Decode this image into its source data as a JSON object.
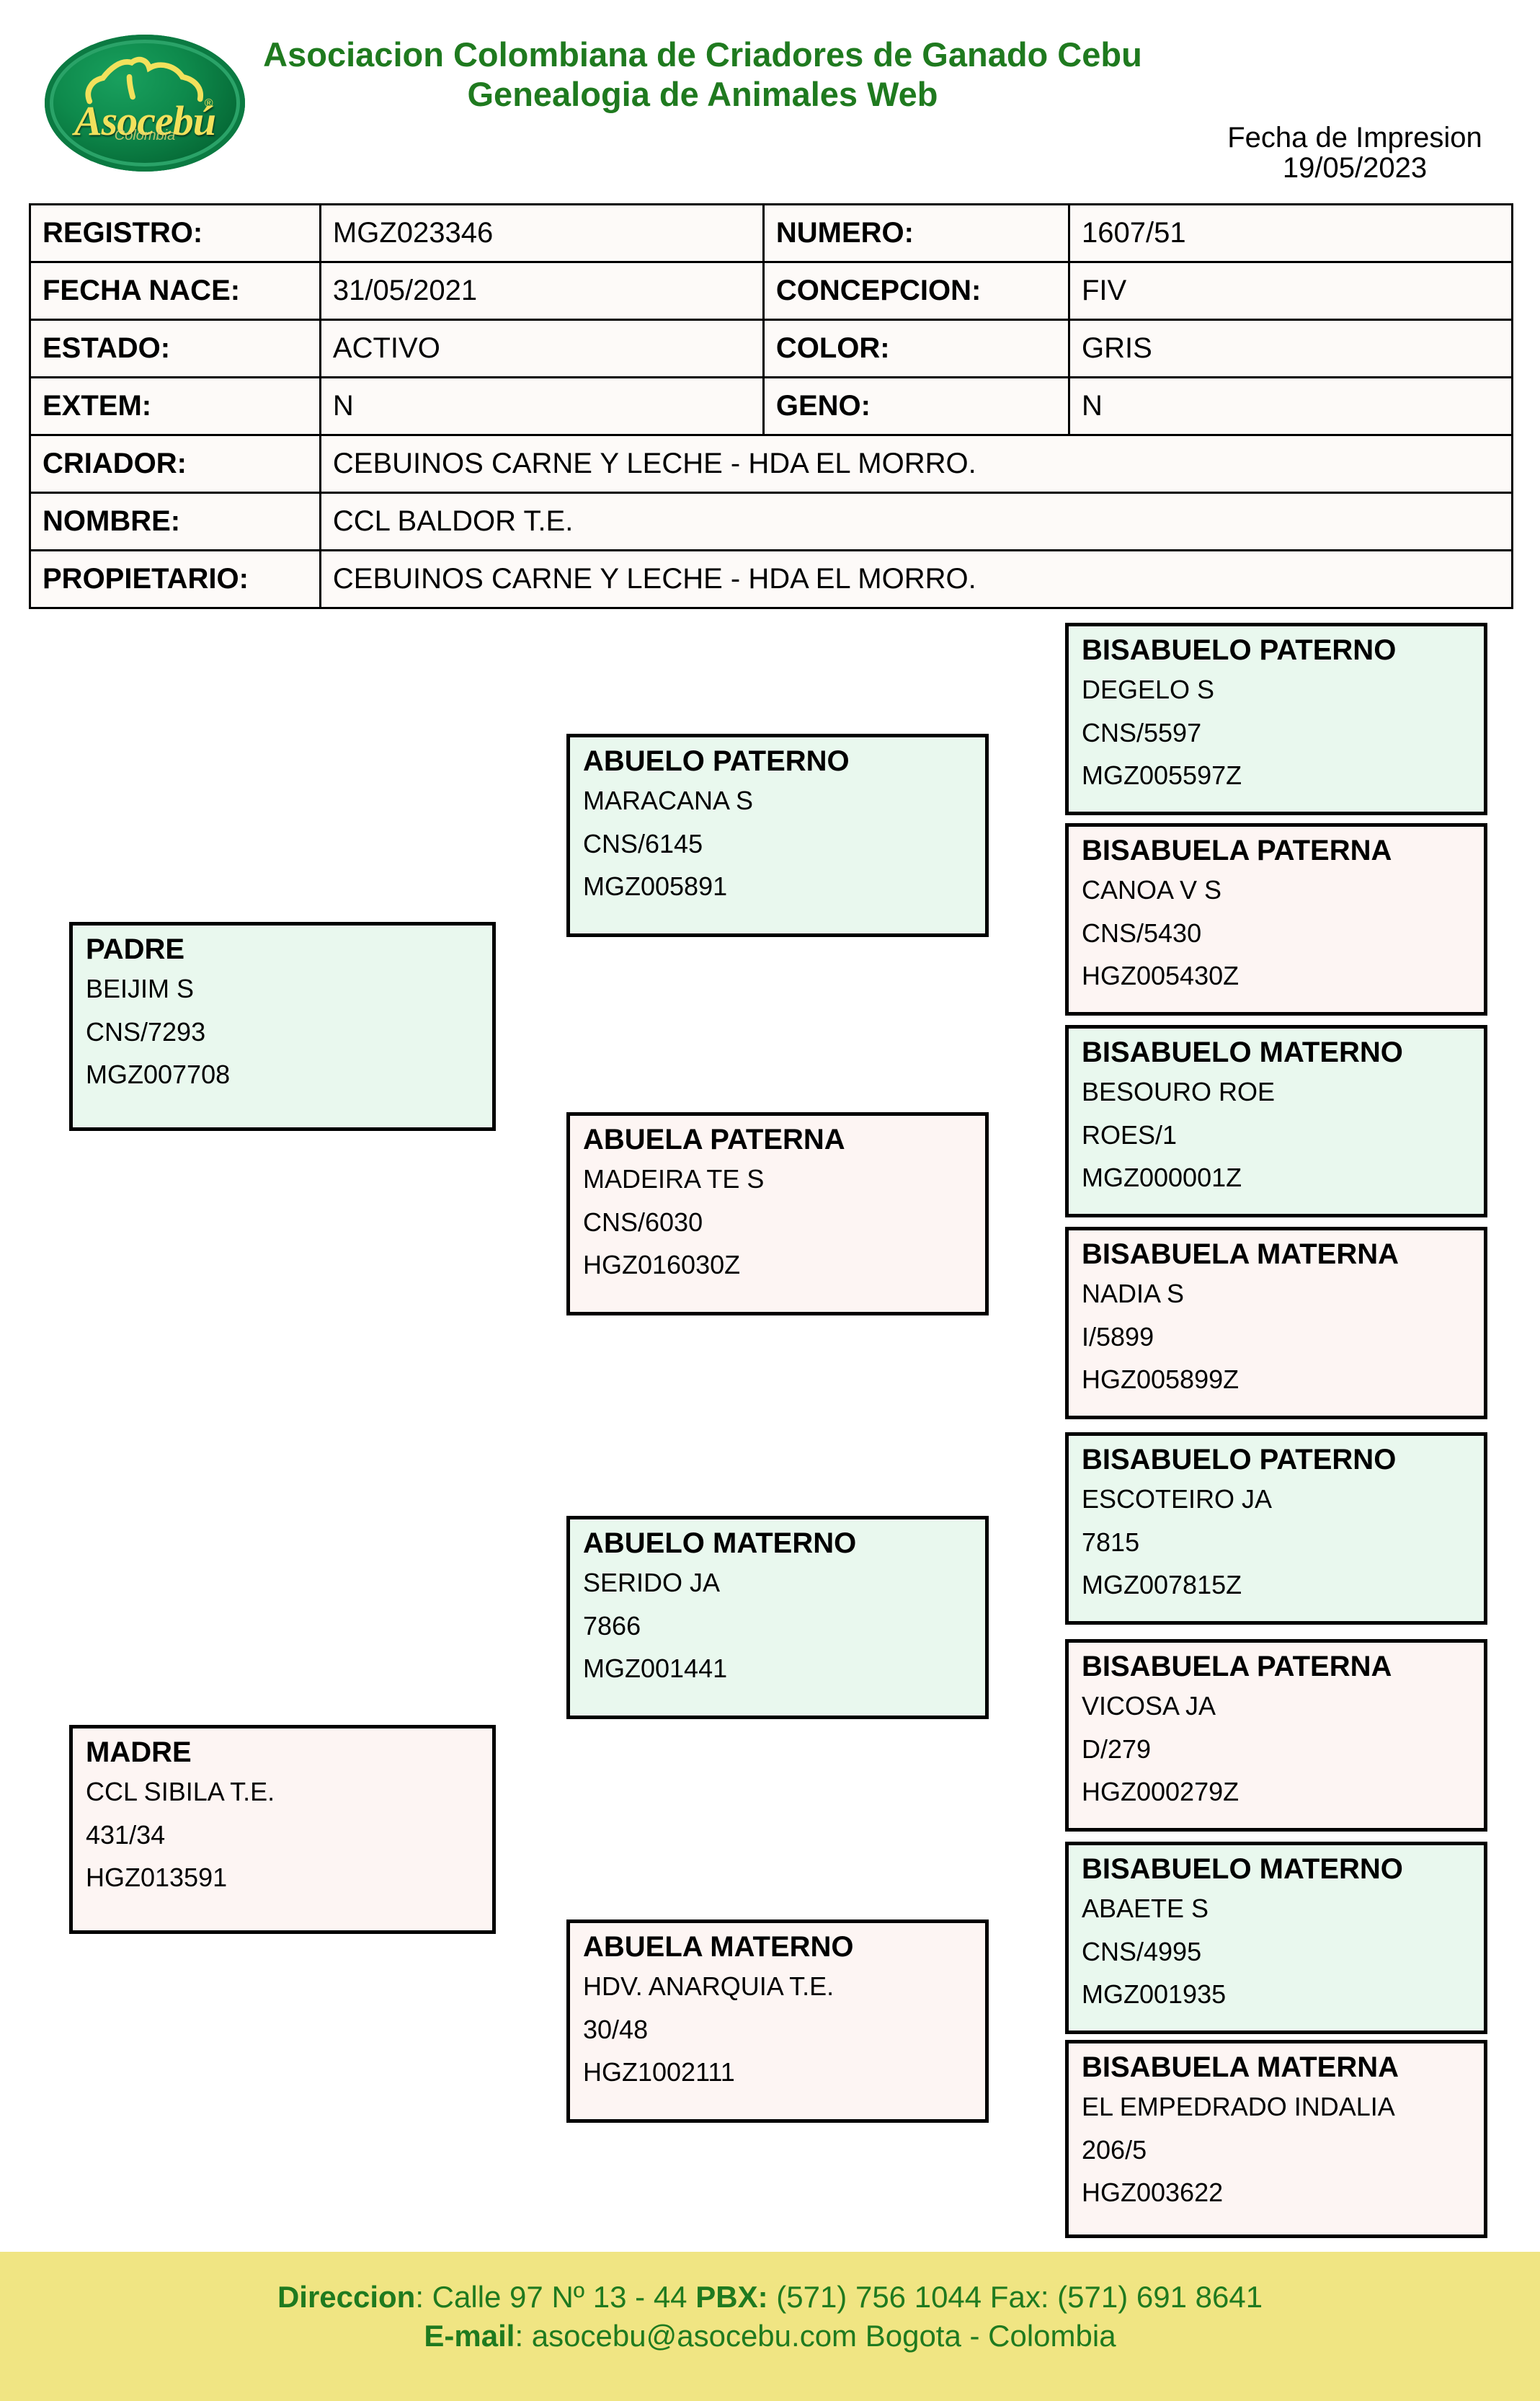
{
  "header": {
    "logo": {
      "word": "Asocebú",
      "sub": "Colombia",
      "registered_mark": "®"
    },
    "title_line1": "Asociacion Colombiana de Criadores de Ganado Cebu",
    "title_line2": "Genealogia de Animales Web",
    "print_label": "Fecha de Impresion",
    "print_date": "19/05/2023",
    "title_color": "#1f7a1f"
  },
  "info": {
    "registro_label": "REGISTRO:",
    "registro_value": "MGZ023346",
    "numero_label": "NUMERO:",
    "numero_value": "1607/51",
    "fecha_nace_label": "FECHA NACE:",
    "fecha_nace_value": "31/05/2021",
    "concepcion_label": "CONCEPCION:",
    "concepcion_value": "FIV",
    "estado_label": "ESTADO:",
    "estado_value": "ACTIVO",
    "estado_color": "#ff0000",
    "color_label": "COLOR:",
    "color_value": "GRIS",
    "extem_label": "EXTEM:",
    "extem_value": "N",
    "geno_label": "GENO:",
    "geno_value": "N",
    "criador_label": "CRIADOR:",
    "criador_value": "CEBUINOS  CARNE Y LECHE - HDA EL MORRO.",
    "nombre_label": "NOMBRE:",
    "nombre_value": "CCL BALDOR T.E.",
    "propietario_label": "PROPIETARIO:",
    "propietario_value": "CEBUINOS  CARNE Y LECHE - HDA EL MORRO."
  },
  "pedigree": {
    "padre": {
      "role": "PADRE",
      "name": "BEIJIM S",
      "reg": "CNS/7293",
      "code": "MGZ007708"
    },
    "madre": {
      "role": "MADRE",
      "name": "CCL SIBILA T.E.",
      "reg": "431/34",
      "code": "HGZ013591"
    },
    "abuelo_paterno": {
      "role": "ABUELO PATERNO",
      "name": "MARACANA S",
      "reg": "CNS/6145",
      "code": "MGZ005891"
    },
    "abuela_paterna": {
      "role": "ABUELA PATERNA",
      "name": "MADEIRA TE S",
      "reg": "CNS/6030",
      "code": "HGZ016030Z"
    },
    "abuelo_materno": {
      "role": "ABUELO MATERNO",
      "name": "SERIDO JA",
      "reg": "7866",
      "code": "MGZ001441"
    },
    "abuela_materno": {
      "role": "ABUELA MATERNO",
      "name": "HDV. ANARQUIA T.E.",
      "reg": "30/48",
      "code": "HGZ1002111"
    },
    "bis1": {
      "role": "BISABUELO PATERNO",
      "name": "DEGELO S",
      "reg": "CNS/5597",
      "code": "MGZ005597Z"
    },
    "bis2": {
      "role": "BISABUELA PATERNA",
      "name": "CANOA V S",
      "reg": "CNS/5430",
      "code": "HGZ005430Z"
    },
    "bis3": {
      "role": "BISABUELO MATERNO",
      "name": "BESOURO ROE",
      "reg": "ROES/1",
      "code": "MGZ000001Z"
    },
    "bis4": {
      "role": "BISABUELA MATERNA",
      "name": "NADIA S",
      "reg": "I/5899",
      "code": "HGZ005899Z"
    },
    "bis5": {
      "role": "BISABUELO PATERNO",
      "name": "ESCOTEIRO JA",
      "reg": "7815",
      "code": "MGZ007815Z"
    },
    "bis6": {
      "role": "BISABUELA PATERNA",
      "name": "VICOSA JA",
      "reg": "D/279",
      "code": "HGZ000279Z"
    },
    "bis7": {
      "role": "BISABUELO MATERNO",
      "name": "ABAETE S",
      "reg": "CNS/4995",
      "code": "MGZ001935"
    },
    "bis8": {
      "role": "BISABUELA MATERNA",
      "name": "EL EMPEDRADO INDALIA",
      "reg": "206/5",
      "code": "HGZ003622"
    },
    "male_color": "#e9f8ee",
    "female_color": "#fdf5f3"
  },
  "footer": {
    "line1_a": "Direccion",
    "line1_b": ": Calle 97 Nº 13 - 44 ",
    "line1_c": "PBX:",
    "line1_d": " (571) 756 1044 Fax: (571) 691 8641",
    "line2_a": "E-mail",
    "line2_b": ": asocebu@asocebu.com Bogota - Colombia",
    "bg_color": "#f0e583",
    "text_color": "#1f7a1f"
  }
}
